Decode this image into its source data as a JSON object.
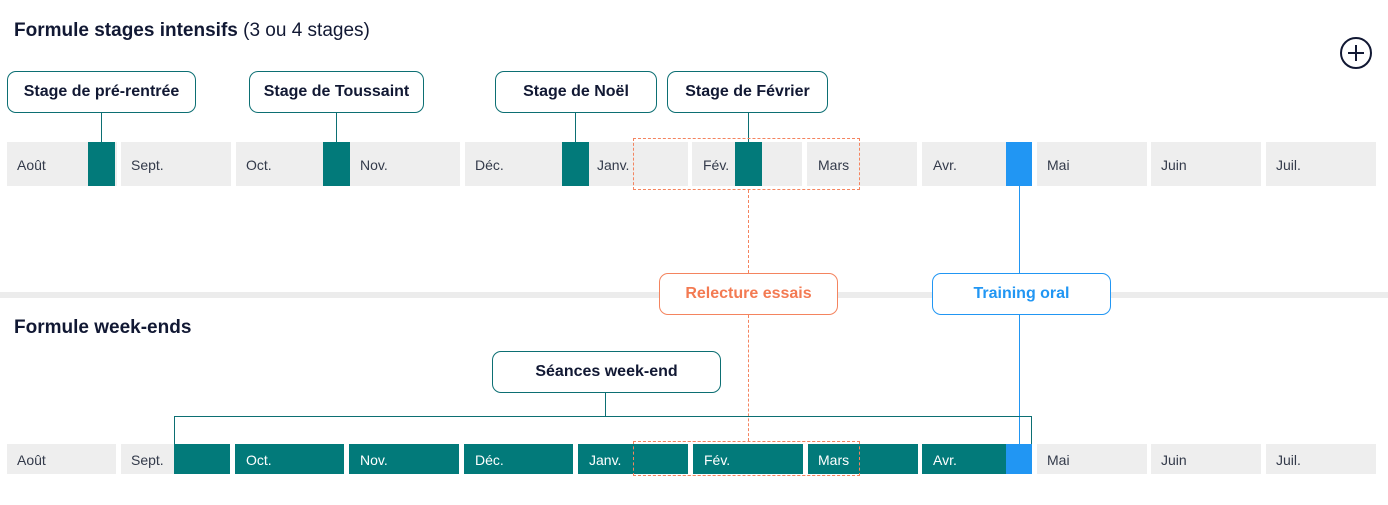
{
  "title1": {
    "bold": "Formule stages intensifs",
    "sub": "(3 ou 4 stages)"
  },
  "title2": {
    "bold": "Formule week-ends"
  },
  "icons": {
    "add": "plus-circle-icon"
  },
  "row1": {
    "months": [
      "Août",
      "Sept.",
      "Oct.",
      "Nov.",
      "Déc.",
      "Janv.",
      "",
      "Fév.",
      "Mars",
      "Avr.",
      "Mai",
      "Juin",
      "Juil."
    ]
  },
  "row2": {
    "months": [
      "Août",
      "Sept.",
      "",
      "Oct.",
      "Nov.",
      "Déc.",
      "Janv.",
      "",
      "Fév.",
      "Mars",
      "",
      "Avr.",
      "Mai",
      "Juin",
      "Juil."
    ]
  },
  "stages": [
    {
      "label": "Stage de pré-rentrée"
    },
    {
      "label": "Stage de Toussaint"
    },
    {
      "label": "Stage de Noël"
    },
    {
      "label": "Stage de Février"
    }
  ],
  "callouts": {
    "relecture": "Relecture essais",
    "training": "Training oral",
    "weekend": "Séances week-end"
  },
  "colors": {
    "teal": "#027a7a",
    "blue": "#2196f3",
    "orange": "#f4845f",
    "navy": "#111833"
  }
}
